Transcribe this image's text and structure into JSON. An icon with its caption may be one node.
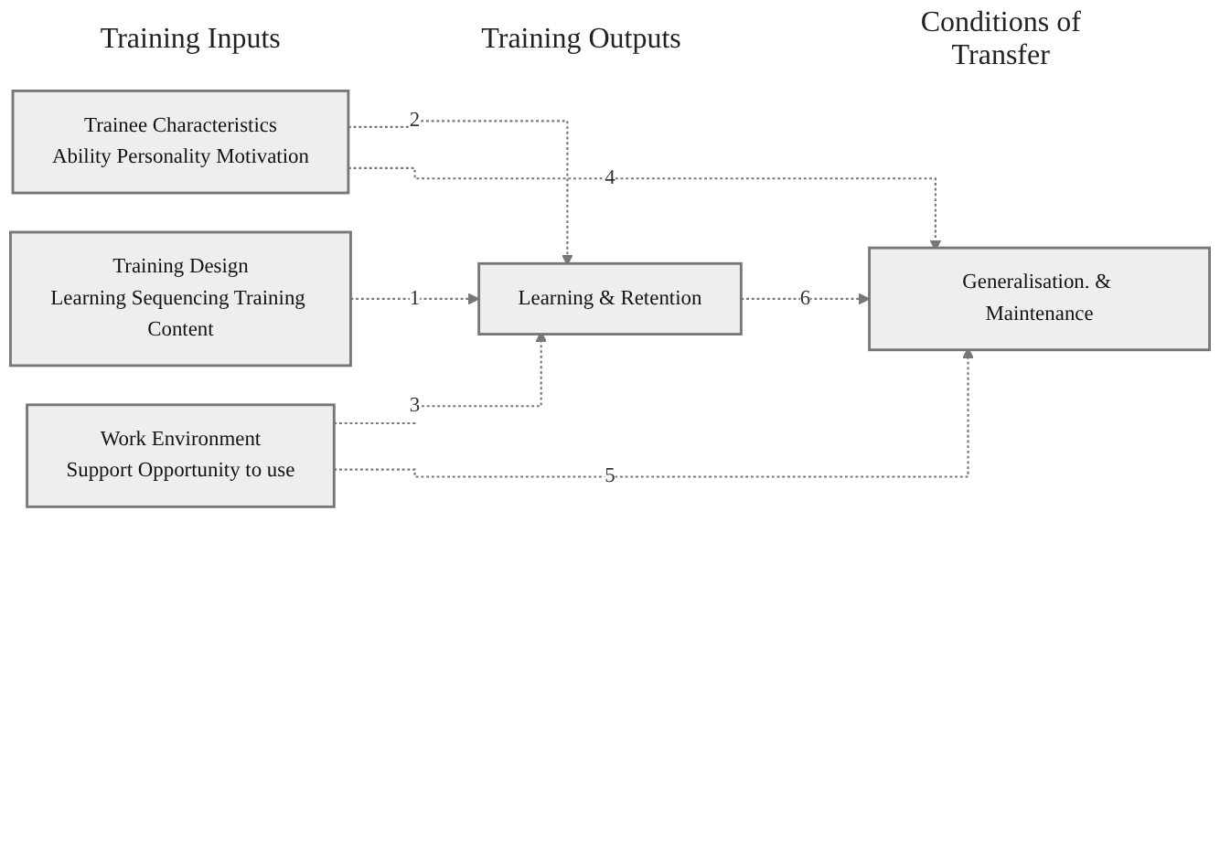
{
  "diagram": {
    "nodes": [
      {
        "text": [
          "Trainee Characteristics",
          "Ability Personality Motivation"
        ]
      },
      {
        "text": [
          "Training Design",
          "Learning Sequencing Training Content"
        ]
      },
      {
        "text": [
          "Work Environment",
          "Support Opportunity to use"
        ]
      },
      {
        "text": [
          "Learning & Retention"
        ]
      },
      {
        "text": [
          "Generalisation. & Maintenance"
        ]
      }
    ],
    "edges": [
      {
        "from": 1,
        "to": 3,
        "arrow": "to",
        "label": "1",
        "style": "dashed"
      },
      {
        "from": 0,
        "to": 3,
        "arrow": "to",
        "label": "2",
        "style": "dashed"
      },
      {
        "from": 2,
        "to": 3,
        "arrow": "to",
        "label": "3",
        "style": "dashed"
      },
      {
        "from": 0,
        "to": 4,
        "arrow": "to",
        "label": "4",
        "style": "dashed"
      },
      {
        "from": 2,
        "to": 4,
        "arrow": "to",
        "label": "5",
        "style": "dashed"
      },
      {
        "from": 3,
        "to": 4,
        "arrow": "to",
        "label": "6",
        "style": "dashed"
      }
    ],
    "labels": [
      "Training Inputs",
      "Training Outputs",
      "Conditions of Transfer"
    ]
  }
}
